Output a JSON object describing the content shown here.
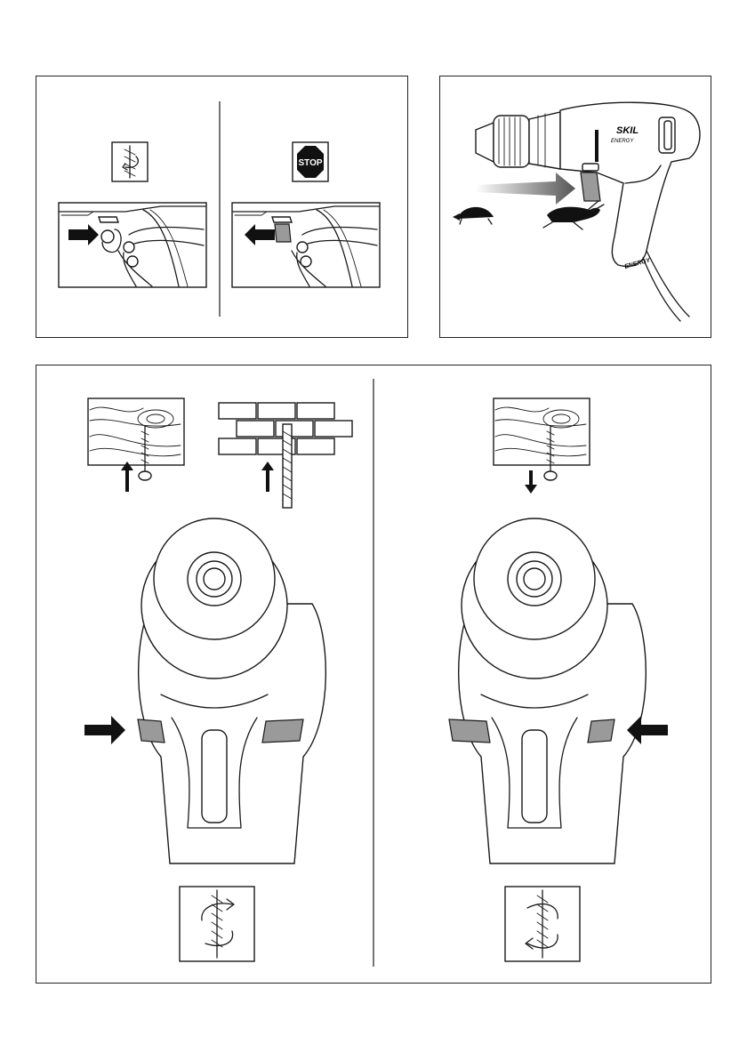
{
  "figure1": {
    "stop_sign_text": "STOP"
  },
  "figure2": {
    "brand_logo": "SKIL",
    "series_badge": "ENERGY",
    "handle_badge": "ENERGY"
  },
  "figure3": {},
  "icons": [
    "rotation-icon",
    "stop-sign-icon",
    "turtle-icon",
    "hare-icon",
    "clockwise-icon",
    "counterclockwise-icon",
    "arrow-icon"
  ],
  "colors": {
    "line": "#1a1a1a",
    "switch_gray": "#9a9a9a",
    "background": "#ffffff"
  }
}
